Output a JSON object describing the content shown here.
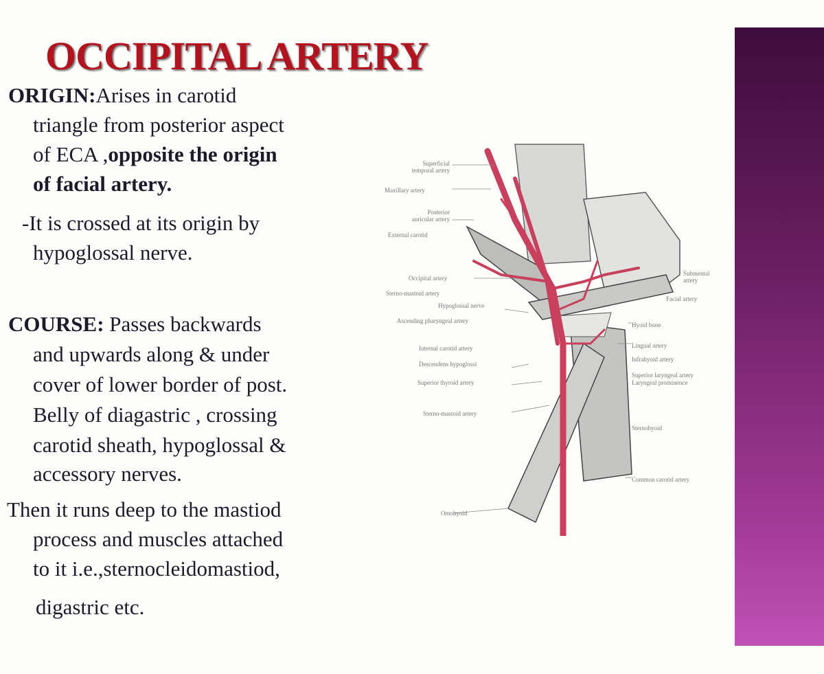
{
  "slide": {
    "title": "OCCIPITAL ARTERY",
    "origin_heading": "ORIGIN:",
    "origin_line1": "Arises in carotid",
    "origin_line2": "triangle from posterior aspect",
    "origin_line3a": "of  ECA ,",
    "origin_line3b": "opposite the origin",
    "origin_line4": "of facial artery.",
    "crossed_line1": "-It is crossed at its origin by",
    "crossed_line2": "hypoglossal nerve.",
    "course_heading": "COURSE:",
    "course_line1": " Passes backwards",
    "course_line2": "and upwards along & under",
    "course_line3": "cover of lower border of post.",
    "course_line4": "Belly of diagastric , crossing",
    "course_line5": "carotid sheath, hypoglossal &",
    "course_line6": "accessory nerves.",
    "then_line1": "Then it runs deep to the mastiod",
    "then_line2": "process and muscles attached",
    "then_line3": "to it i.e.,sternocleidomastiod,",
    "then_line4": "digastric etc."
  },
  "diagram": {
    "labels_left": [
      "Superficial temporal artery",
      "Maxillary artery",
      "Posterior auricular artery",
      "External carotid",
      "Occipital artery",
      "Sterno-mastoid artery",
      "Hypoglossal nerve",
      "Ascending pharyngeal artery",
      "Internal carotid artery",
      "Descendens hypoglossi",
      "Superior thyroid artery",
      "Sterno-mastoid artery",
      "Omohyoid"
    ],
    "labels_right": [
      "Submental artery",
      "Facial artery",
      "Hyoid bone",
      "Lingual artery",
      "Infrahyoid artery",
      "Superior laryngeal artery",
      "Laryngeal prominence",
      "Sternohyoid",
      "Common carotid artery"
    ]
  },
  "colors": {
    "title": "#b3121f",
    "sidebar_top": "#3f0d3c",
    "sidebar_bottom": "#c052b5",
    "artery": "#c8405e"
  }
}
